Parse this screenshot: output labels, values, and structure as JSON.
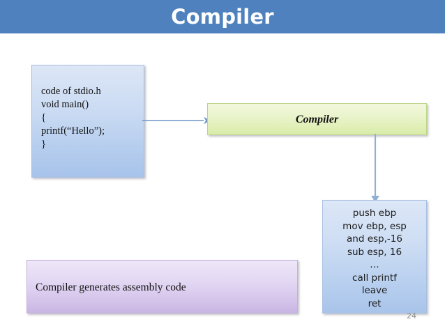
{
  "slide": {
    "title": "Compiler",
    "page_number": "24",
    "colors": {
      "title_bar": "#4e81bd",
      "title_text": "#ffffff",
      "source_box": "#b5cdee",
      "compiler_box": "#e0efb6",
      "assembly_box": "#b9d0ef",
      "caption_box": "#d3c2ea",
      "connector": "#6f96c8",
      "connector_green": "#9ab86a",
      "page_number": "#8d8d8d"
    }
  },
  "source_code_box": {
    "name": "source code",
    "lines": [
      "code of stdio.h",
      "void main()",
      "{",
      "printf(“Hello”);",
      "}"
    ],
    "text": "code of stdio.h\nvoid main()\n{\nprintf(“Hello”);\n}"
  },
  "compiler_box": {
    "label": "Compiler"
  },
  "assembly_box": {
    "lines": [
      "push ebp",
      "mov ebp, esp",
      "and esp,-16",
      "sub esp, 16",
      "…",
      "call printf",
      "leave",
      "ret"
    ],
    "text": "push ebp\nmov ebp, esp\nand esp,-16\nsub esp, 16\n…\ncall printf\nleave\nret"
  },
  "caption_box": {
    "text": "Compiler generates assembly code"
  },
  "connectors": {
    "code_to_compiler": "arrow-right",
    "compiler_to_assembly": "arrow-down"
  }
}
